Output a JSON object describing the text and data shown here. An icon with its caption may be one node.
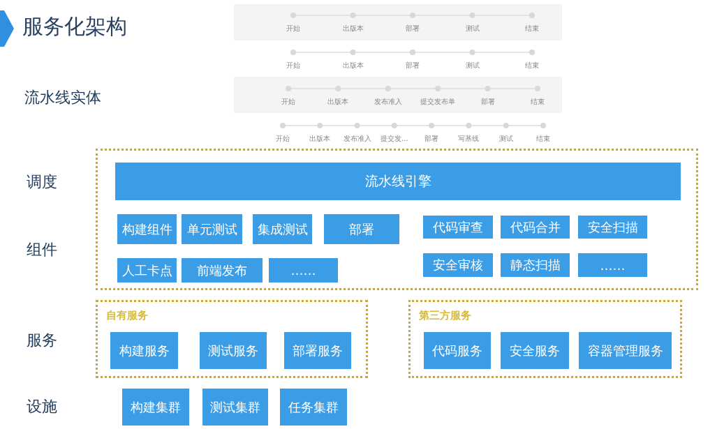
{
  "diagram": {
    "title": "服务化架构",
    "nodes": [
      {
        "text": [],
        "shape": "box"
      },
      {
        "text": [
          "流水线引擎"
        ],
        "in": 0
      },
      {
        "text": [
          "构建组件"
        ],
        "in": 0
      },
      {
        "text": [
          "单元测试"
        ],
        "in": 0
      },
      {
        "text": [
          "集成测试"
        ],
        "in": 0
      },
      {
        "text": [
          "部署"
        ],
        "in": 0
      },
      {
        "text": [
          "代码审查"
        ],
        "in": 0
      },
      {
        "text": [
          "代码合并"
        ],
        "in": 0
      },
      {
        "text": [
          "安全扫描"
        ],
        "in": 0
      },
      {
        "text": [
          "人工卡点"
        ],
        "in": 0
      },
      {
        "text": [
          "前端发布"
        ],
        "in": 0
      },
      {
        "text": [
          "……"
        ],
        "in": 0
      },
      {
        "text": [
          "安全审核"
        ],
        "in": 0
      },
      {
        "text": [
          "静态扫描"
        ],
        "in": 0
      },
      {
        "text": [
          "……"
        ],
        "in": 0
      },
      {
        "text": [
          "自有服务"
        ]
      },
      {
        "text": [
          "构建服务"
        ],
        "in": 15
      },
      {
        "text": [
          "测试服务"
        ],
        "in": 15
      },
      {
        "text": [
          "部署服务"
        ],
        "in": 15
      },
      {
        "text": [
          "第三方服务"
        ]
      },
      {
        "text": [
          "代码服务"
        ],
        "in": 19
      },
      {
        "text": [
          "安全服务"
        ],
        "in": 19
      },
      {
        "text": [
          "容器管理服务"
        ],
        "in": 19
      },
      {
        "text": [
          "构建集群"
        ]
      },
      {
        "text": [
          "测试集群"
        ]
      },
      {
        "text": [
          "任务集群"
        ]
      }
    ],
    "labels": [
      "开始",
      "出版本",
      "部署",
      "测试",
      "结束",
      "开始",
      "出版本",
      "部署",
      "测试",
      "结束",
      "开始",
      "出版本",
      "发布准入",
      "提交发布单",
      "部署",
      "结束",
      "开始",
      "出版本",
      "发布准入",
      "提交发...",
      "部署",
      "写基线",
      "测试",
      "结束",
      "流水线实体",
      "调度",
      "组件",
      "服务",
      "设施"
    ]
  }
}
